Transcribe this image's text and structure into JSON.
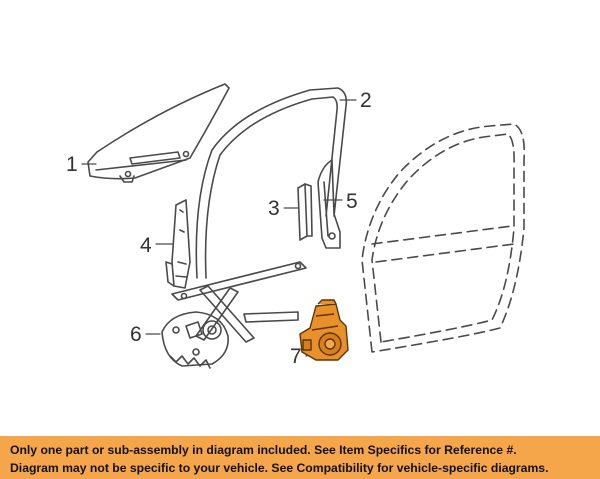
{
  "diagram": {
    "callouts": [
      "1",
      "2",
      "3",
      "4",
      "5",
      "6",
      "7"
    ],
    "highlight_color": "#e8902a",
    "line_color": "#4a4a4a"
  },
  "banner": {
    "line1": "Only one part or sub-assembly in diagram included. See Item Specifics for Reference #.",
    "line2": "Diagram may not be specific to your vehicle. See Compatibility for vehicle-specific diagrams.",
    "background": "#f5a54a"
  }
}
